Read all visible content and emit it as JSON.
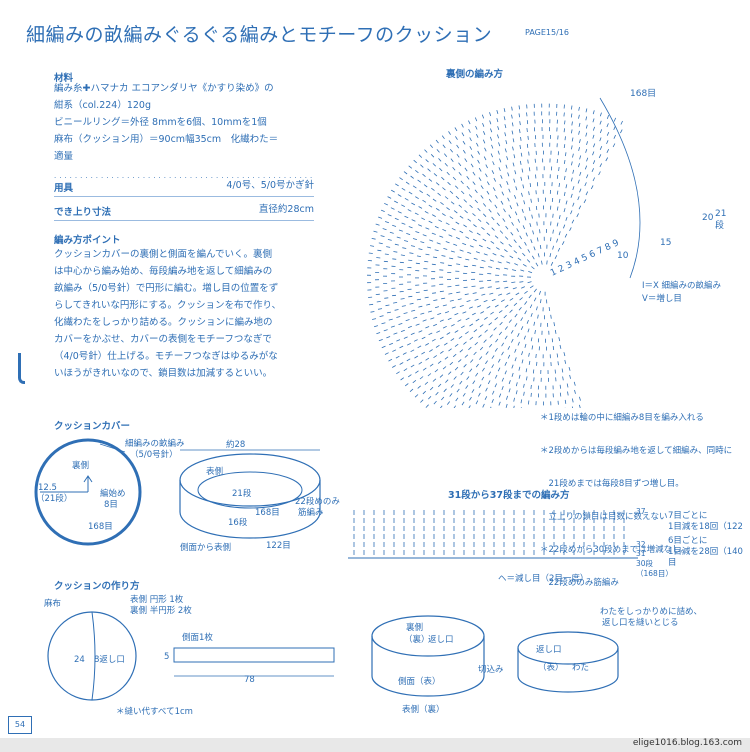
{
  "header": {
    "title": "細編みの畝編みぐるぐる編みとモチーフのクッション",
    "page_ref": "PAGE15/16"
  },
  "materials": {
    "label": "材料",
    "lines": [
      "編み糸✚ハマナカ エコアンダリヤ《かすり染め》の",
      "紺系（col.224）120g",
      "ビニールリング＝外径 8mmを6個、10mmを1個",
      "麻布（クッション用）＝90cm幅35cm　化繊わた＝",
      "適量"
    ]
  },
  "tools": {
    "label": "用具",
    "value": "4/0号、5/0号かぎ針"
  },
  "size": {
    "label": "でき上り寸法",
    "value": "直径約28cm"
  },
  "points": {
    "label": "編み方ポイント",
    "lines": [
      "クッションカバーの裏側と側面を編んでいく。裏側",
      "は中心から編み始め、毎段編み地を返して細編みの",
      "畝編み（5/0号針）で円形に編む。増し目の位置をず",
      "らしてきれいな円形にする。クッションを布で作り、",
      "化繊わたをしっかり詰める。クッションに編み地の",
      "カバーをかぶせ、カバーの表側をモチーフつなぎで",
      "（4/0号針）仕上げる。モチーフつなぎはゆるみがな",
      "いほうがきれいなので、鎖目数は加減するといい。"
    ]
  },
  "back_chart": {
    "title": "裏側の編み方",
    "labels": {
      "r168": "168目",
      "r20": "20",
      "r21": "21",
      "r_dan": "段",
      "r15": "15",
      "r10": "10",
      "center_nums": "1 2 3 4 5 6 7 8 9"
    },
    "legend": [
      "I＝X 細編みの畝編み",
      "V＝増し目"
    ],
    "notes": [
      "＊1段めは輪の中に細編み8目を編み入れる",
      "＊2段めからは毎段編み地を返して細編み、同時に",
      "　21段めまでは毎段8目ずつ増し目。",
      "　立上りの鎖目は目数に数えない",
      "＊22段めから30段めまでは増減なし。",
      "　22段めのみ筋編み"
    ]
  },
  "cover": {
    "title": "クッションカバー",
    "stitch_label": "細編みの畝編み",
    "needle": "（5/0号針）",
    "back": "裏側",
    "dim_cm": "12.5",
    "dim_rows": "（21段）",
    "start_label": "編始め",
    "start_count": "8目",
    "count168": "168目",
    "approx28": "約28",
    "front": "表側",
    "rows21": "21段",
    "r168b": "168目",
    "rows16": "16段",
    "side_view": "側面から表側",
    "sts122": "122目",
    "row22_note": "22段めのみ",
    "row22_note2": "筋編み"
  },
  "rows_chart": {
    "title": "31段から37段までの編み方",
    "right_labels": [
      "37",
      "32",
      "31",
      "30段"
    ],
    "r168": "（168目）",
    "dec_label": "ヘ＝減し目（2目一度）",
    "every7": "7目ごとに",
    "dec1": "1目減を18回（122",
    "every6": "6目ごとに",
    "dec2": "1目減を28回（140目"
  },
  "make": {
    "title": "クッションの作り方",
    "fabric": "麻布",
    "front_piece": "表側 円形 1枚",
    "back_piece": "裏側 半円形 2枚",
    "dim24": "24",
    "opening": "8返し口",
    "side_piece": "側面1枚",
    "dim5": "5",
    "dim78": "78",
    "seam": "＊縫い代すべて1cm",
    "back_b": "裏側",
    "back_b2": "（裏）",
    "opening2": "返し口",
    "cut": "切込み",
    "side_b": "側面（表）",
    "front_b": "表側（裏）",
    "stuff1": "わたをしっかりめに詰め、",
    "stuff2": "返し口を縫いとじる",
    "opening3": "返し口",
    "front_c": "（表）",
    "wata": "わた"
  },
  "footer": {
    "page": "54",
    "url": "elige1016.blog.163.com"
  }
}
